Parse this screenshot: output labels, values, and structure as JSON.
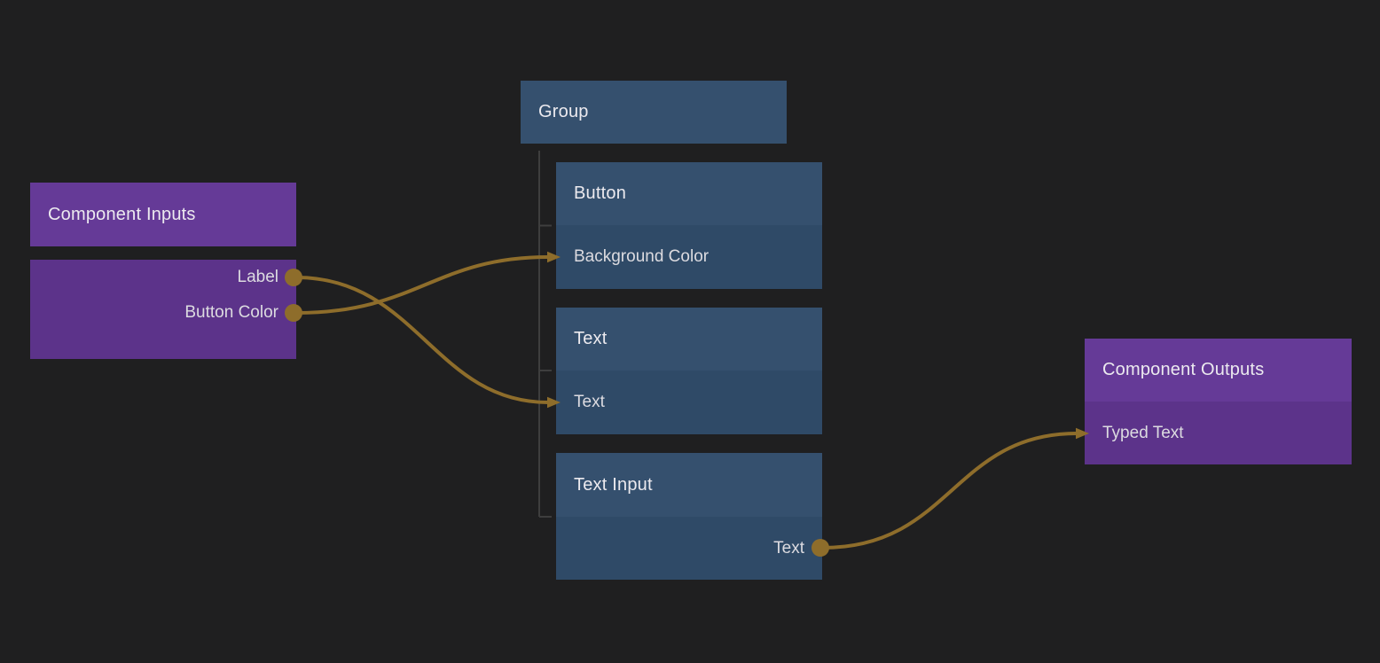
{
  "colors": {
    "background": "#1f1f20",
    "inputs_outputs_header": "#653a97",
    "inputs_outputs_body": "#5c338a",
    "node_header": "#35506e",
    "node_body": "#2f4a67",
    "connection": "#8e6d2b",
    "tree_line": "#3e3e3e",
    "title_text": "#eceaef",
    "port_text": "#dcdbe0"
  },
  "nodes": {
    "component_inputs": {
      "title": "Component Inputs",
      "ports": [
        {
          "label": "Label",
          "direction": "output"
        },
        {
          "label": "Button Color",
          "direction": "output"
        }
      ]
    },
    "group": {
      "title": "Group"
    },
    "button": {
      "title": "Button",
      "ports": [
        {
          "label": "Background Color",
          "direction": "input"
        }
      ]
    },
    "text": {
      "title": "Text",
      "ports": [
        {
          "label": "Text",
          "direction": "input"
        }
      ]
    },
    "text_input": {
      "title": "Text Input",
      "ports": [
        {
          "label": "Text",
          "direction": "output"
        }
      ]
    },
    "component_outputs": {
      "title": "Component Outputs",
      "ports": [
        {
          "label": "Typed Text",
          "direction": "input"
        }
      ]
    }
  },
  "hierarchy": {
    "parent": "Group",
    "children": [
      "Button",
      "Text",
      "Text Input"
    ]
  },
  "connections": [
    {
      "from_node": "Component Inputs",
      "from_port": "Label",
      "to_node": "Text",
      "to_port": "Text"
    },
    {
      "from_node": "Component Inputs",
      "from_port": "Button Color",
      "to_node": "Button",
      "to_port": "Background Color"
    },
    {
      "from_node": "Text Input",
      "from_port": "Text",
      "to_node": "Component Outputs",
      "to_port": "Typed Text"
    }
  ]
}
